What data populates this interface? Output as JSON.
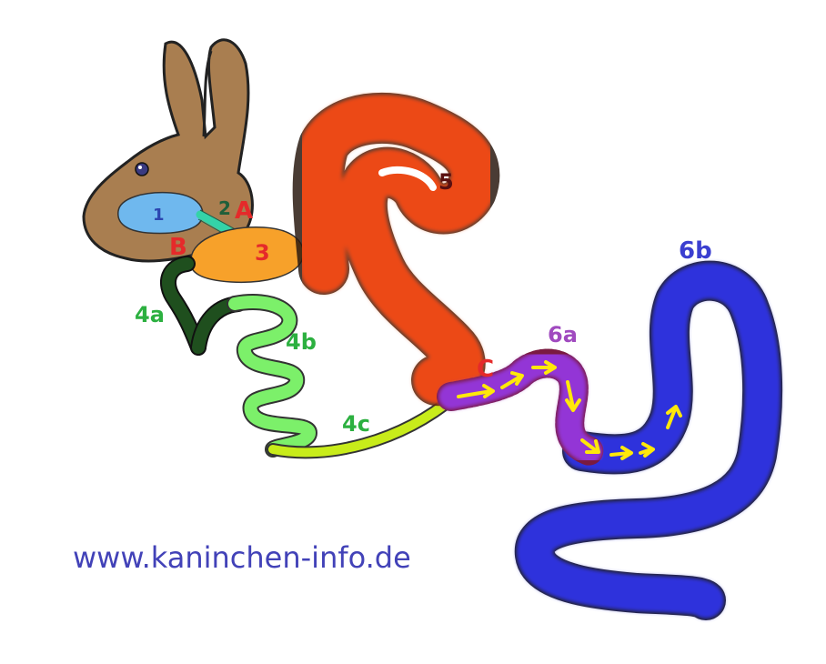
{
  "labels": {
    "l1": "1",
    "l2": "2",
    "lA": "A",
    "lB": "B",
    "l3": "3",
    "l4a": "4a",
    "l4b": "4b",
    "l4c": "4c",
    "l5": "5",
    "lC": "C",
    "l6a": "6a",
    "l6b": "6b"
  },
  "footer": {
    "url": "www.kaninchen-info.de"
  },
  "colors": {
    "rabbit": "#a97e50",
    "mouth": "#6fb8ee",
    "esophagus": "#34d3a8",
    "stomach": "#f7a12a",
    "duodenum": "#1f4f1e",
    "jejunum": "#7cf06a",
    "ileum": "#c8ec1a",
    "cecum": "#ec4a12",
    "proximal_colon": "#9336d6",
    "distal_colon": "#2e33dc",
    "flow_arrows": "#ffe80a",
    "red_label": "#e52a2a",
    "green_label": "#2cb040",
    "purple_label": "#a04abf",
    "blue_label": "#3b3fd0",
    "url_text": "#4242b8"
  },
  "icons": [
    "rabbit-head-icon",
    "rabbit-eye-icon"
  ]
}
